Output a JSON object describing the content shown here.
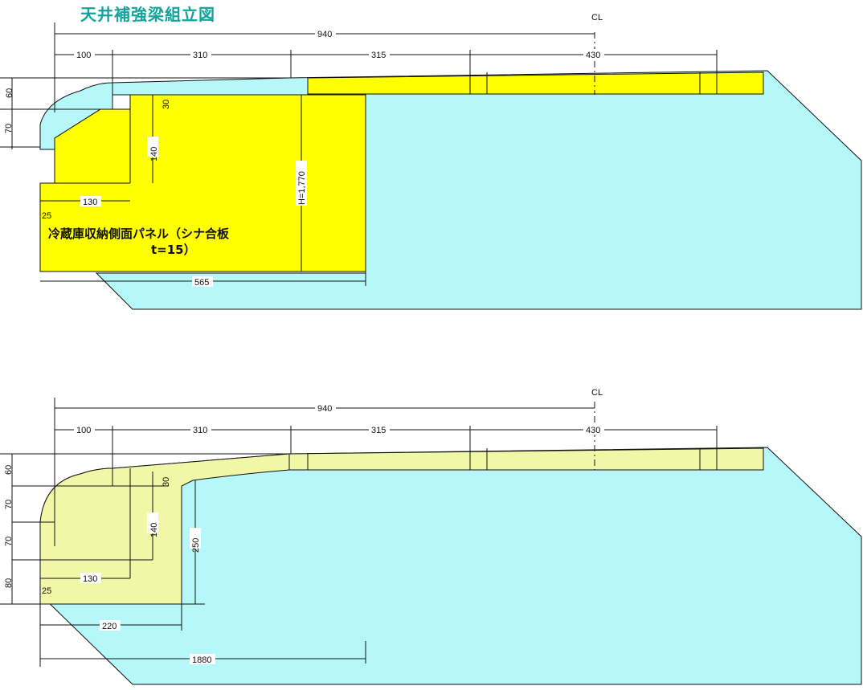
{
  "title": "天井補強梁組立図",
  "colors": {
    "cyan": "#b6f7f9",
    "yellow": "#ffff00",
    "pale_yellow": "#f2f7a8",
    "title": "#13a39a"
  },
  "top": {
    "cl": "CL",
    "dims": {
      "d940": "940",
      "d100": "100",
      "d310": "310",
      "d315": "315",
      "d430": "430",
      "d60": "60",
      "d70": "70",
      "d30": "30",
      "d140": "140",
      "d130": "130",
      "d25": "25",
      "h1770": "H=1,770",
      "d565": "565"
    },
    "panel_label_1": "冷蔵庫収納側面パネル（シナ合板",
    "panel_label_2": "t=15）"
  },
  "bottom": {
    "cl": "CL",
    "dims": {
      "d940": "940",
      "d100": "100",
      "d310": "310",
      "d315": "315",
      "d430": "430",
      "d60": "60",
      "d70a": "70",
      "d70b": "70",
      "d80": "80",
      "d30": "30",
      "d140": "140",
      "d250": "250",
      "d130": "130",
      "d25": "25",
      "d220": "220",
      "d1880": "1880"
    }
  }
}
